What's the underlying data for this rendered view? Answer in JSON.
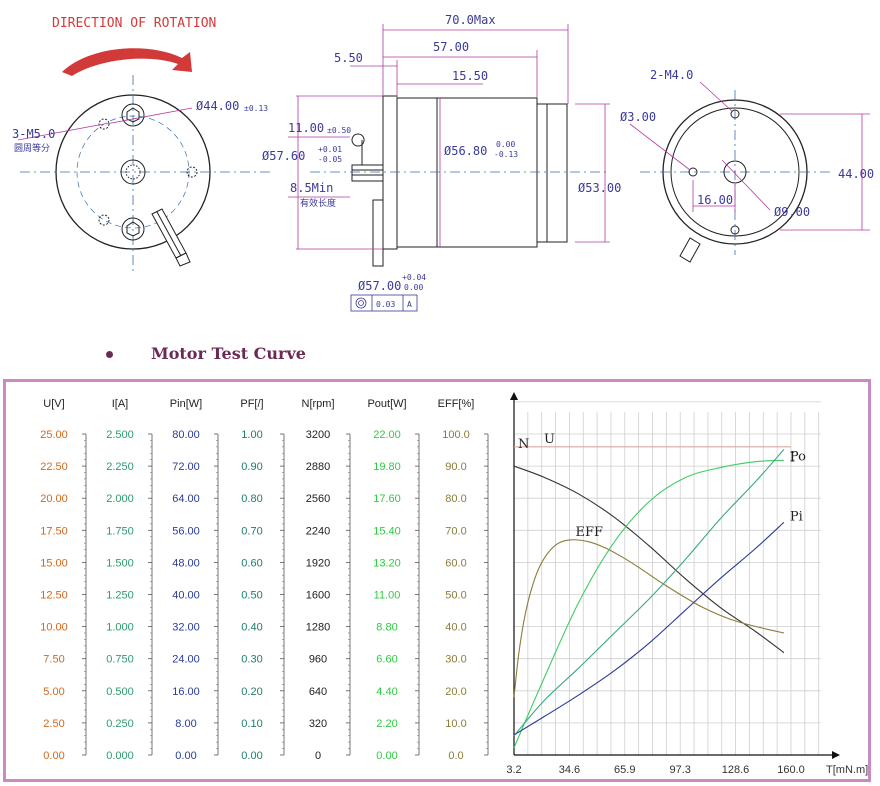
{
  "drawing": {
    "rotation_label": "DIRECTION OF ROTATION",
    "front": {
      "holes_label": "3-M5.0",
      "holes_note": "圆周等分",
      "pcd_label": "Ø44.00",
      "pcd_tol": "±0.13"
    },
    "side": {
      "len_total": "70.0Max",
      "len_body": "57.00",
      "len_a": "5.50",
      "len_b": "15.50",
      "shaft_len": "11.00",
      "shaft_len_tol": "±0.50",
      "flange_dia": "Ø57.60",
      "flange_tol_up": "+0.01",
      "flange_tol_low": "-0.05",
      "min_len": "8.5Min",
      "min_len_note": "有效长度",
      "body_dia": "Ø56.80",
      "body_tol_up": "0.00",
      "body_tol_low": "-0.13",
      "rear_dia": "Ø53.00",
      "pilot_dia": "Ø57.00",
      "pilot_tol_up": "+0.04",
      "pilot_tol_low": "0.00",
      "concentric_value": "0.03",
      "datum": "A"
    },
    "rear": {
      "holes_label": "2-M4.0",
      "hole_dia": "Ø3.00",
      "spacing": "16.00",
      "center_dia": "Ø9.00",
      "height": "44.00"
    }
  },
  "section_title": "Motor Test Curve",
  "chart_data": {
    "type": "line",
    "title": "",
    "xlabel": "T[mN.m]",
    "x_ticks": [
      "3.2",
      "34.6",
      "65.9",
      "97.3",
      "128.6",
      "160.0"
    ],
    "xlim": [
      3.2,
      160.0
    ],
    "grid": true,
    "axes": [
      {
        "name": "U[V]",
        "color": "#d2691e",
        "ticks": [
          "0.00",
          "2.50",
          "5.00",
          "7.50",
          "10.00",
          "12.50",
          "15.00",
          "17.50",
          "20.00",
          "22.50",
          "25.00"
        ],
        "ylim": [
          0,
          25
        ]
      },
      {
        "name": "I[A]",
        "color": "#2e9b6e",
        "ticks": [
          "0.000",
          "0.250",
          "0.500",
          "0.750",
          "1.000",
          "1.250",
          "1.500",
          "1.750",
          "2.000",
          "2.250",
          "2.500"
        ],
        "ylim": [
          0,
          2.5
        ]
      },
      {
        "name": "Pin[W]",
        "color": "#2b3b9a",
        "ticks": [
          "0.00",
          "8.00",
          "16.00",
          "24.00",
          "32.00",
          "40.00",
          "48.00",
          "56.00",
          "64.00",
          "72.00",
          "80.00"
        ],
        "ylim": [
          0,
          80
        ]
      },
      {
        "name": "PF[/]",
        "color": "#1f7d6a",
        "ticks": [
          "0.00",
          "0.10",
          "0.20",
          "0.30",
          "0.40",
          "0.50",
          "0.60",
          "0.70",
          "0.80",
          "0.90",
          "1.00"
        ],
        "ylim": [
          0,
          1
        ]
      },
      {
        "name": "N[rpm]",
        "color": "#222222",
        "ticks": [
          "0",
          "320",
          "640",
          "960",
          "1280",
          "1600",
          "1920",
          "2240",
          "2560",
          "2880",
          "3200"
        ],
        "ylim": [
          0,
          3200
        ]
      },
      {
        "name": "Pout[W]",
        "color": "#2ecc40",
        "ticks": [
          "0.00",
          "2.20",
          "4.40",
          "6.60",
          "8.80",
          "11.00",
          "13.20",
          "15.40",
          "17.60",
          "19.80",
          "22.00"
        ],
        "ylim": [
          0,
          22
        ]
      },
      {
        "name": "EFF[%]",
        "color": "#8b7d3a",
        "ticks": [
          "0.0",
          "10.0",
          "20.0",
          "30.0",
          "40.0",
          "50.0",
          "60.0",
          "70.0",
          "80.0",
          "90.0",
          "100.0"
        ],
        "ylim": [
          0,
          100
        ]
      }
    ],
    "series": [
      {
        "name": "U",
        "axis": "U[V]",
        "color": "#d9a8a0",
        "x": [
          3.2,
          160.0
        ],
        "y": [
          24.0,
          24.0
        ]
      },
      {
        "name": "N",
        "axis": "N[rpm]",
        "color": "#333333",
        "x": [
          3.2,
          20,
          40,
          60,
          80,
          100,
          120,
          140,
          156
        ],
        "y": [
          2880,
          2770,
          2600,
          2370,
          2080,
          1760,
          1470,
          1230,
          1020
        ]
      },
      {
        "name": "EFF",
        "axis": "EFF[%]",
        "color": "#8b7d3a",
        "x": [
          3.2,
          6,
          10,
          15,
          20,
          27,
          34.6,
          45,
          55,
          65,
          75,
          90,
          110,
          130,
          156
        ],
        "y": [
          18,
          32,
          45,
          55,
          61,
          65.5,
          67,
          66.5,
          64.5,
          61.5,
          58,
          52.5,
          46,
          41.5,
          38
        ]
      },
      {
        "name": "Po",
        "axis": "Pout[W]",
        "color": "#3fcc66",
        "x": [
          3.2,
          20,
          40,
          60,
          80,
          100,
          120,
          140,
          156
        ],
        "y": [
          0.5,
          5.2,
          10.5,
          14.6,
          17.4,
          19.0,
          19.7,
          20.1,
          20.2
        ]
      },
      {
        "name": "I",
        "axis": "I[A]",
        "color": "#3aa886",
        "x": [
          3.2,
          20,
          40,
          60,
          80,
          100,
          120,
          140,
          156
        ],
        "y": [
          0.15,
          0.42,
          0.68,
          0.95,
          1.22,
          1.52,
          1.84,
          2.13,
          2.38
        ]
      },
      {
        "name": "Pi",
        "axis": "Pin[W]",
        "color": "#2b3b9a",
        "x": [
          3.2,
          20,
          40,
          60,
          80,
          100,
          120,
          140,
          156
        ],
        "y": [
          5,
          9.5,
          15,
          21,
          28,
          36,
          44,
          51.5,
          58
        ]
      }
    ]
  }
}
